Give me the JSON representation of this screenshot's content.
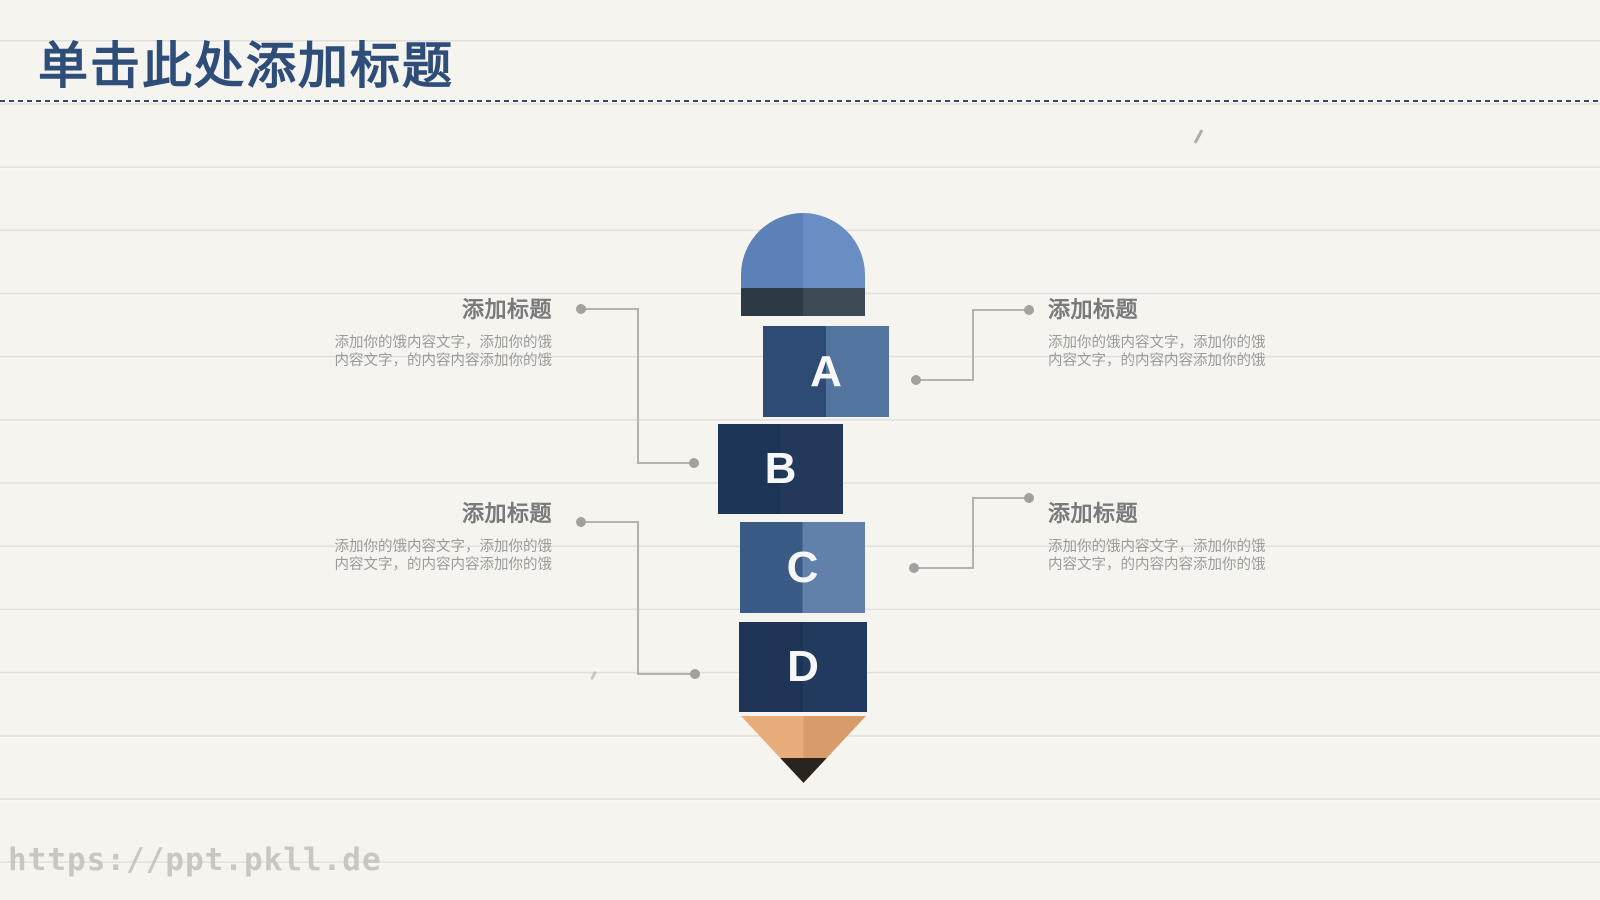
{
  "slide": {
    "title": "单击此处添加标题",
    "watermark": "https://ppt.pkll.de"
  },
  "theme": {
    "background": "#f5f4ef",
    "title_color": "#2e4d79",
    "divider_color": "#30496d",
    "connector_color": "#b4b2af",
    "connector_dot_color": "#a3a19e",
    "callout_title_color": "#7a7a7c",
    "callout_body_color": "#9b9b9b"
  },
  "pencil": {
    "eraser": {
      "left": "#5b81b8",
      "right": "#698ec3"
    },
    "ferrule": {
      "left": "#2d3944",
      "right": "#3d4955"
    },
    "tip": {
      "left": "#e9ad7c",
      "right": "#d89b6a",
      "graphite": "#2a241f"
    },
    "segments": [
      {
        "label": "A",
        "left": "#2d4b74",
        "right": "#53749f"
      },
      {
        "label": "B",
        "left": "#1c3456",
        "right": "#22395c"
      },
      {
        "label": "C",
        "left": "#3a5b86",
        "right": "#6281aa"
      },
      {
        "label": "D",
        "left": "#1d3457",
        "right": "#223a5e"
      }
    ]
  },
  "callouts": [
    {
      "position": "left-top",
      "title": "添加标题",
      "body": "添加你的饿内容文字，添加你的饿\n内容文字，的内容内容添加你的饿"
    },
    {
      "position": "right-top",
      "title": "添加标题",
      "body": "添加你的饿内容文字，添加你的饿\n内容文字，的内容内容添加你的饿"
    },
    {
      "position": "left-bottom",
      "title": "添加标题",
      "body": "添加你的饿内容文字，添加你的饿\n内容文字，的内容内容添加你的饿"
    },
    {
      "position": "right-bottom",
      "title": "添加标题",
      "body": "添加你的饿内容文字，添加你的饿\n内容文字，的内容内容添加你的饿"
    }
  ]
}
